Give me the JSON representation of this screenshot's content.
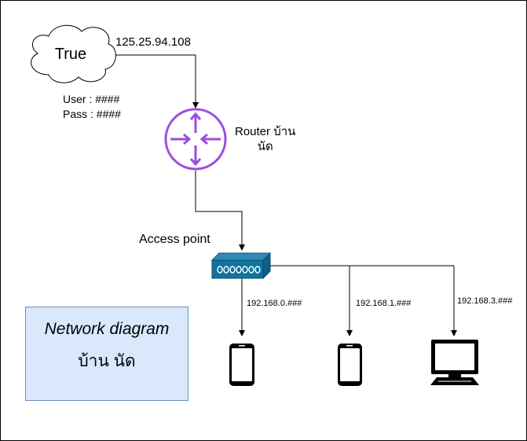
{
  "isp": {
    "name": "True",
    "ip": "125.25.94.108",
    "user": "User : ####",
    "pass": "Pass : ####"
  },
  "router": {
    "label_line1": "Router บ้าน",
    "label_line2": "นัด"
  },
  "access_point": {
    "label": "Access point"
  },
  "devices": [
    {
      "type": "mobile",
      "subnet": "192.168.0.###"
    },
    {
      "type": "mobile",
      "subnet": "192.168.1.###"
    },
    {
      "type": "desktop",
      "subnet": "192.168.3.###"
    }
  ],
  "note": {
    "title": "Network diagram",
    "subtitle": "บ้าน นัด"
  },
  "colors": {
    "router": "#9b4de0",
    "access_point": "#10739e",
    "note_fill": "#dae8fc",
    "note_border": "#6c8ebf",
    "line": "#000000"
  }
}
